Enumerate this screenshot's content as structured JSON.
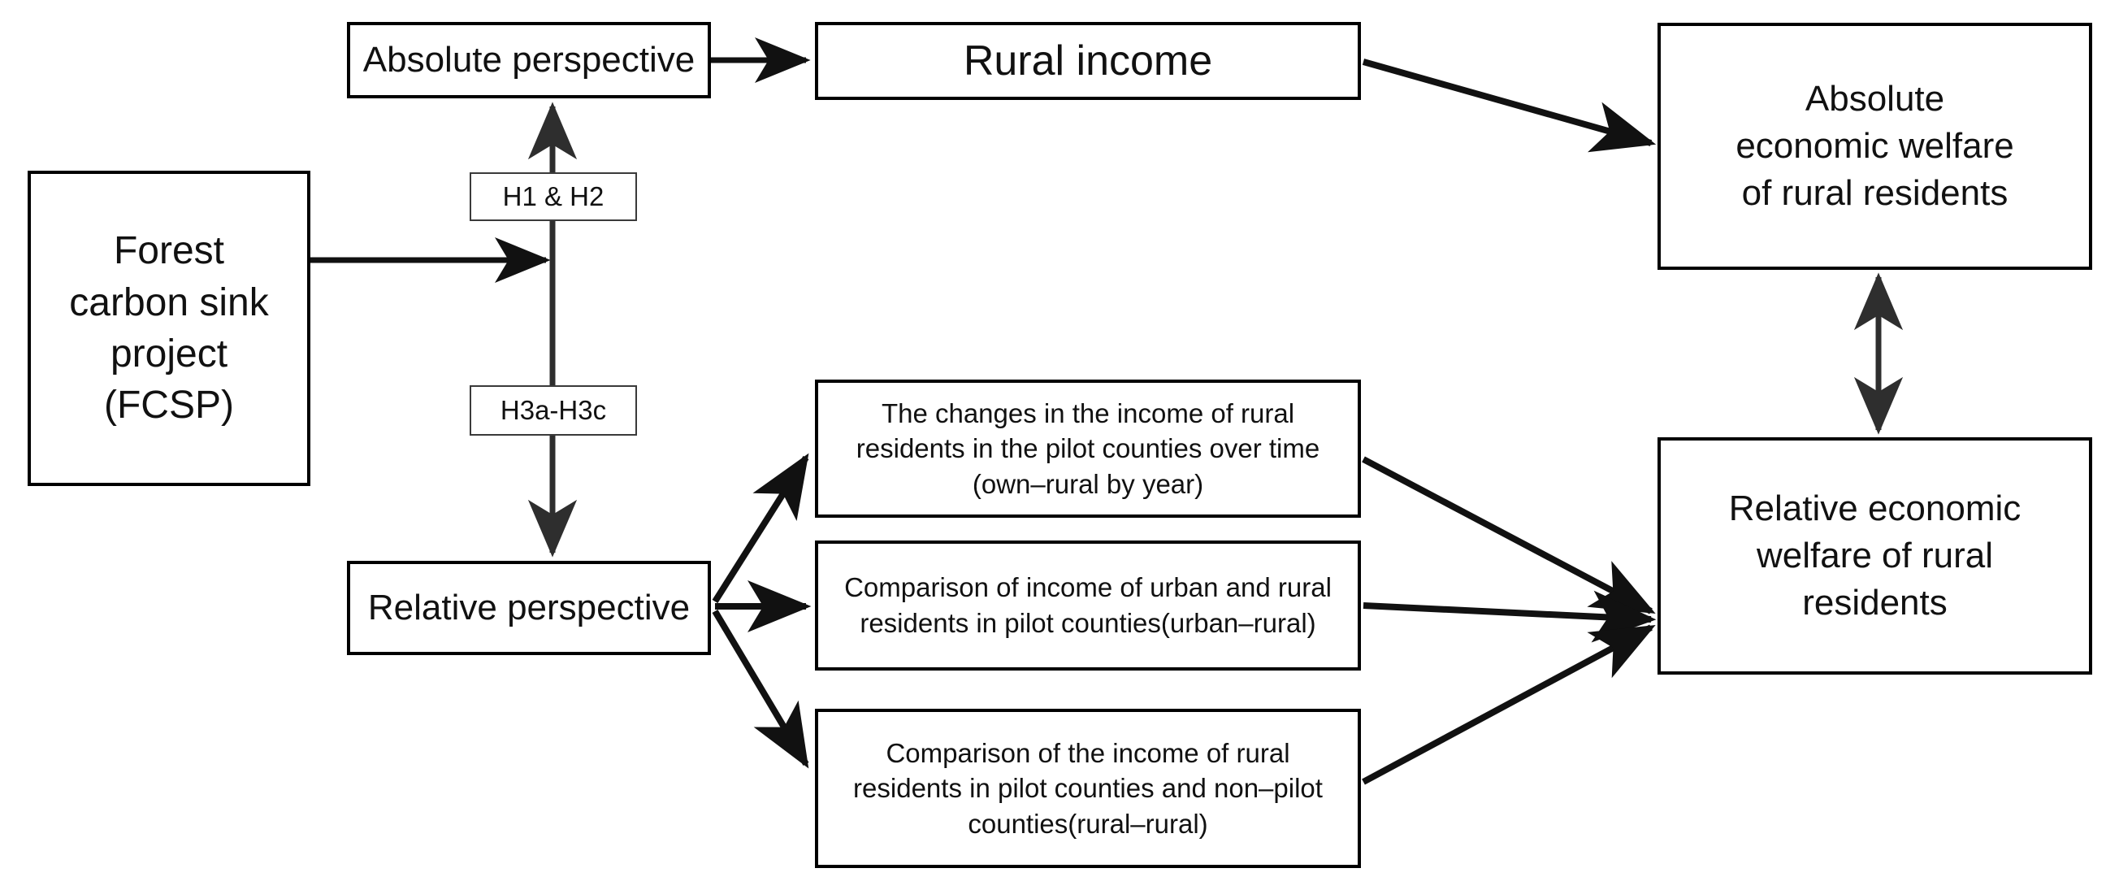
{
  "figure": {
    "title": "Forest carbon sink project and rural economic welfare conceptual framework",
    "background_color": "#ffffff",
    "line_color": "#000000",
    "text_color": "#111111"
  },
  "nodes": {
    "fcsp": {
      "label": "Forest\ncarbon sink\nproject\n(FCSP)"
    },
    "absolute_perspective": {
      "label": "Absolute perspective"
    },
    "relative_perspective": {
      "label": "Relative perspective"
    },
    "rural_income": {
      "label": "Rural income"
    },
    "own_rural": {
      "label": "The changes in the income of rural\nresidents in the pilot counties over time\n(own–rural by year)"
    },
    "urban_rural": {
      "label": "Comparison of income of urban and rural\nresidents in pilot counties(urban–rural)"
    },
    "rural_rural": {
      "label": "Comparison of the income of rural\nresidents in pilot counties and non–pilot\ncounties(rural–rural)"
    },
    "absolute_welfare": {
      "label": "Absolute\neconomic welfare\nof rural residents"
    },
    "relative_welfare": {
      "label": "Relative economic\nwelfare of rural\nresidents"
    }
  },
  "hypothesis_labels": {
    "h1_h2": {
      "label": "H1 & H2"
    },
    "h3a_h3c": {
      "label": "H3a-H3c"
    }
  },
  "edges": [
    {
      "name": "fcsp-to-spine",
      "from": "fcsp",
      "to": "perspective-spine",
      "style": "solid",
      "arrow": "single"
    },
    {
      "name": "spine-to-absolute-perspective",
      "from": "perspective-spine",
      "to": "absolute_perspective",
      "style": "solid",
      "arrow": "single"
    },
    {
      "name": "spine-to-relative-perspective",
      "from": "perspective-spine",
      "to": "relative_perspective",
      "style": "solid",
      "arrow": "single"
    },
    {
      "name": "absolute-perspective-to-rural-income",
      "from": "absolute_perspective",
      "to": "rural_income",
      "style": "solid",
      "arrow": "single"
    },
    {
      "name": "rural-income-to-absolute-welfare",
      "from": "rural_income",
      "to": "absolute_welfare",
      "style": "solid",
      "arrow": "single"
    },
    {
      "name": "relative-perspective-to-own-rural",
      "from": "relative_perspective",
      "to": "own_rural",
      "style": "solid",
      "arrow": "single"
    },
    {
      "name": "relative-perspective-to-urban-rural",
      "from": "relative_perspective",
      "to": "urban_rural",
      "style": "solid",
      "arrow": "single"
    },
    {
      "name": "relative-perspective-to-rural-rural",
      "from": "relative_perspective",
      "to": "rural_rural",
      "style": "solid",
      "arrow": "single"
    },
    {
      "name": "own-rural-to-relative-welfare",
      "from": "own_rural",
      "to": "relative_welfare",
      "style": "solid",
      "arrow": "single"
    },
    {
      "name": "urban-rural-to-relative-welfare",
      "from": "urban_rural",
      "to": "relative_welfare",
      "style": "solid",
      "arrow": "single"
    },
    {
      "name": "rural-rural-to-relative-welfare",
      "from": "rural_rural",
      "to": "relative_welfare",
      "style": "solid",
      "arrow": "single"
    },
    {
      "name": "absolute-welfare-relative-welfare-link",
      "from": "absolute_welfare",
      "to": "relative_welfare",
      "style": "solid",
      "arrow": "double"
    }
  ]
}
